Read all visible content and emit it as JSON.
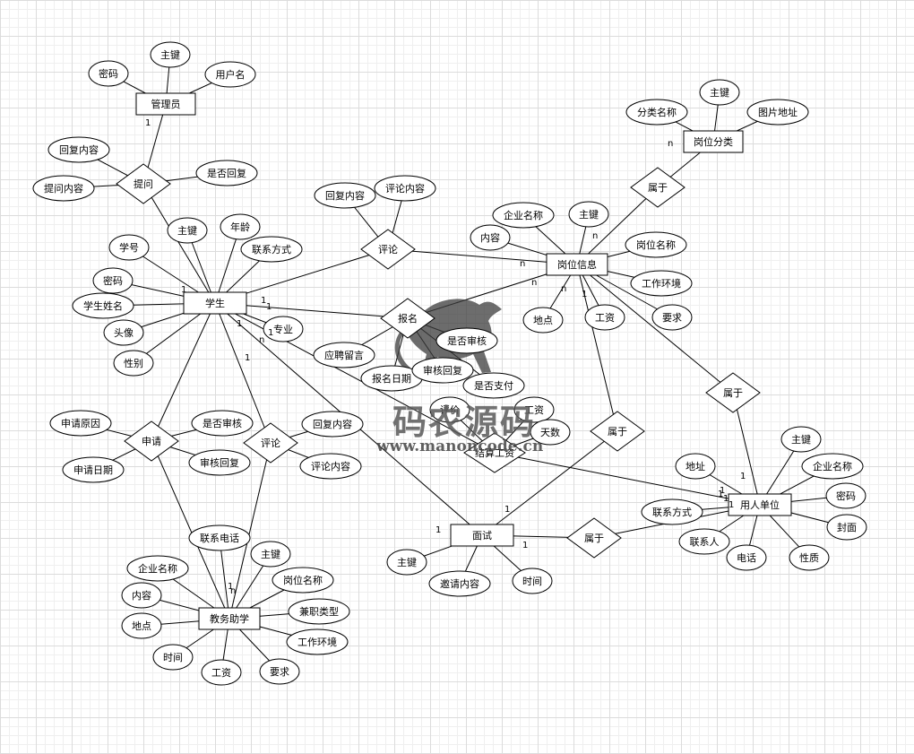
{
  "entities": [
    {
      "id": "admin",
      "label": "管理员"
    },
    {
      "id": "student",
      "label": "学生"
    },
    {
      "id": "position",
      "label": "岗位信息"
    },
    {
      "id": "category",
      "label": "岗位分类"
    },
    {
      "id": "employer",
      "label": "用人单位"
    },
    {
      "id": "interview",
      "label": "面试"
    },
    {
      "id": "assistant",
      "label": "教务助学"
    }
  ],
  "relationships": [
    {
      "id": "ask",
      "label": "提问"
    },
    {
      "id": "comment1",
      "label": "评论"
    },
    {
      "id": "signup",
      "label": "报名"
    },
    {
      "id": "belong1",
      "label": "属于"
    },
    {
      "id": "belong2",
      "label": "属于"
    },
    {
      "id": "belong3",
      "label": "属于"
    },
    {
      "id": "belong4",
      "label": "属于"
    },
    {
      "id": "apply",
      "label": "申请"
    },
    {
      "id": "comment2",
      "label": "评论"
    },
    {
      "id": "salary",
      "label": "结算工资"
    }
  ],
  "attributes": [
    {
      "id": "a_pk",
      "label": "主键"
    },
    {
      "id": "a_pwd",
      "label": "密码"
    },
    {
      "id": "a_user",
      "label": "用户名"
    },
    {
      "id": "q_reply",
      "label": "回复内容"
    },
    {
      "id": "q_content",
      "label": "提问内容"
    },
    {
      "id": "q_isreply",
      "label": "是否回复"
    },
    {
      "id": "s_pk",
      "label": "主键"
    },
    {
      "id": "s_age",
      "label": "年龄"
    },
    {
      "id": "s_no",
      "label": "学号"
    },
    {
      "id": "s_contact",
      "label": "联系方式"
    },
    {
      "id": "s_pwd",
      "label": "密码"
    },
    {
      "id": "s_name",
      "label": "学生姓名"
    },
    {
      "id": "s_avatar",
      "label": "头像"
    },
    {
      "id": "s_gender",
      "label": "性别"
    },
    {
      "id": "s_major",
      "label": "专业"
    },
    {
      "id": "c1_reply",
      "label": "回复内容"
    },
    {
      "id": "c1_content",
      "label": "评论内容"
    },
    {
      "id": "p_company",
      "label": "企业名称"
    },
    {
      "id": "p_pk",
      "label": "主键"
    },
    {
      "id": "p_content",
      "label": "内容"
    },
    {
      "id": "p_name",
      "label": "岗位名称"
    },
    {
      "id": "p_env",
      "label": "工作环境"
    },
    {
      "id": "p_place",
      "label": "地点"
    },
    {
      "id": "p_salary",
      "label": "工资"
    },
    {
      "id": "p_req",
      "label": "要求"
    },
    {
      "id": "cat_pk",
      "label": "主键"
    },
    {
      "id": "cat_name",
      "label": "分类名称"
    },
    {
      "id": "cat_img",
      "label": "图片地址"
    },
    {
      "id": "sg_msg",
      "label": "应聘留言"
    },
    {
      "id": "sg_audit",
      "label": "是否审核"
    },
    {
      "id": "sg_date",
      "label": "报名日期"
    },
    {
      "id": "sg_reply",
      "label": "审核回复"
    },
    {
      "id": "sg_paid",
      "label": "是否支付"
    },
    {
      "id": "sl_eval",
      "label": "评价"
    },
    {
      "id": "sl_salary",
      "label": "工资"
    },
    {
      "id": "sl_days",
      "label": "天数"
    },
    {
      "id": "e_pk",
      "label": "主键"
    },
    {
      "id": "e_addr",
      "label": "地址"
    },
    {
      "id": "e_company",
      "label": "企业名称"
    },
    {
      "id": "e_pwd",
      "label": "密码"
    },
    {
      "id": "e_contact",
      "label": "联系方式"
    },
    {
      "id": "e_cover",
      "label": "封面"
    },
    {
      "id": "e_person",
      "label": "联系人"
    },
    {
      "id": "e_phone",
      "label": "电话"
    },
    {
      "id": "e_nature",
      "label": "性质"
    },
    {
      "id": "ap_reason",
      "label": "申请原因"
    },
    {
      "id": "ap_audit",
      "label": "是否审核"
    },
    {
      "id": "ap_date",
      "label": "申请日期"
    },
    {
      "id": "ap_reply",
      "label": "审核回复"
    },
    {
      "id": "c2_reply",
      "label": "回复内容"
    },
    {
      "id": "c2_content",
      "label": "评论内容"
    },
    {
      "id": "i_pk",
      "label": "主键"
    },
    {
      "id": "i_invite",
      "label": "邀请内容"
    },
    {
      "id": "i_time",
      "label": "时间"
    },
    {
      "id": "t_phone",
      "label": "联系电话"
    },
    {
      "id": "t_pk",
      "label": "主键"
    },
    {
      "id": "t_company",
      "label": "企业名称"
    },
    {
      "id": "t_name",
      "label": "岗位名称"
    },
    {
      "id": "t_content",
      "label": "内容"
    },
    {
      "id": "t_type",
      "label": "兼职类型"
    },
    {
      "id": "t_place",
      "label": "地点"
    },
    {
      "id": "t_env",
      "label": "工作环境"
    },
    {
      "id": "t_time",
      "label": "时间"
    },
    {
      "id": "t_salary",
      "label": "工资"
    },
    {
      "id": "t_req",
      "label": "要求"
    }
  ],
  "cardinalities": [
    "1",
    "1",
    "1",
    "1",
    "1",
    "1",
    "1",
    "n",
    "n",
    "n",
    "n",
    "1",
    "n",
    "n",
    "1",
    "1",
    "1",
    "1",
    "1",
    "1",
    "1",
    "n",
    "1",
    "1"
  ],
  "watermark": {
    "text": "码农源码",
    "url": "www.manoncode.cn"
  }
}
